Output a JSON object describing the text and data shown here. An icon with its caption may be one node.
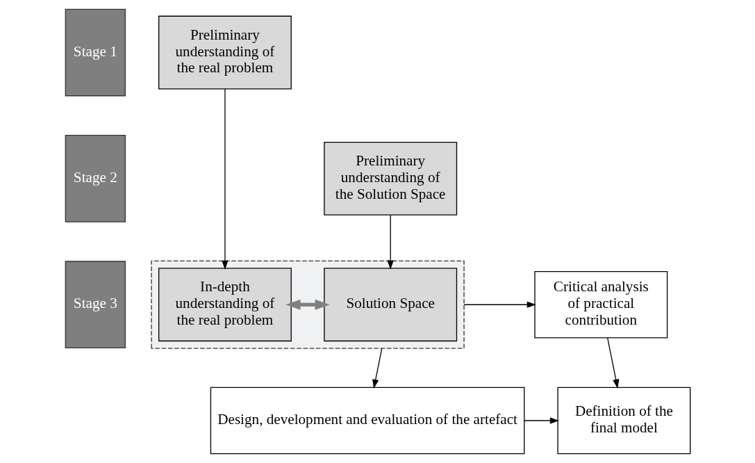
{
  "diagram": {
    "nodes": [
      {
        "text": [
          "Stage 1"
        ]
      },
      {
        "text": [
          "Stage 2"
        ]
      },
      {
        "text": [
          "Stage 3"
        ]
      },
      {
        "text": [
          "Preliminary understanding of the real problem"
        ]
      },
      {
        "text": [
          "Preliminary understanding of the Solution Space"
        ]
      },
      {
        "text": [],
        "shape": "box"
      },
      {
        "text": [
          "In-depth understanding of the real problem"
        ],
        "in": 5
      },
      {
        "text": [
          "Solution Space"
        ],
        "in": 5
      },
      {
        "text": [
          "Critical analysis of practical contribution"
        ]
      },
      {
        "text": [
          "Design, development and evaluation of the artefact"
        ]
      },
      {
        "text": [
          "Definition of the final model"
        ]
      }
    ],
    "edges": [
      {
        "from": 3,
        "to": 6,
        "arrow": "to"
      },
      {
        "from": 4,
        "to": 7,
        "arrow": "to"
      },
      {
        "from": 6,
        "to": 7,
        "arrow": "both",
        "style": "thick",
        "color": "#808080"
      },
      {
        "from": 5,
        "to": 8,
        "arrow": "to"
      },
      {
        "from": 5,
        "to": 9,
        "arrow": "to"
      },
      {
        "from": 8,
        "to": 10,
        "arrow": "to"
      },
      {
        "from": 9,
        "to": 10,
        "arrow": "to"
      }
    ]
  }
}
